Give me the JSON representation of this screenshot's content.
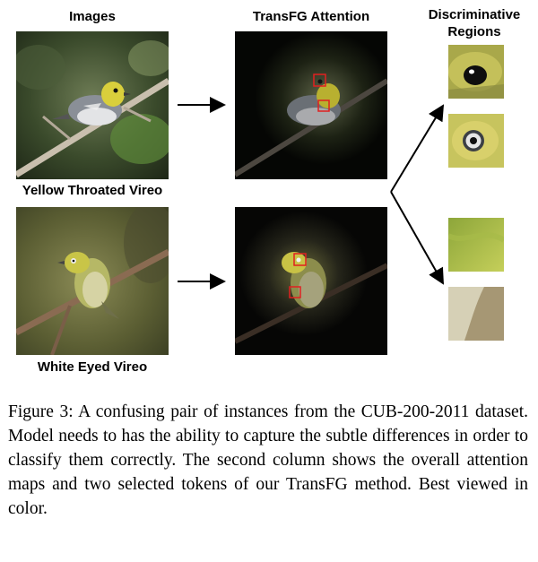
{
  "headers": {
    "images": "Images",
    "attention": "TransFG Attention",
    "regions": "Discriminative Regions"
  },
  "labels": {
    "bird1": "Yellow Throated Vireo",
    "bird2": "White Eyed Vireo"
  },
  "caption": "Figure 3: A confusing pair of instances from the CUB-200-2011 dataset. Model needs to has the ability to capture the subtle differences in order to classify them correctly. The second column shows the overall attention maps and two selected tokens of our TransFG method. Best viewed in color.",
  "colors": {
    "attention_box": "#e02020",
    "arrow": "#000000"
  }
}
